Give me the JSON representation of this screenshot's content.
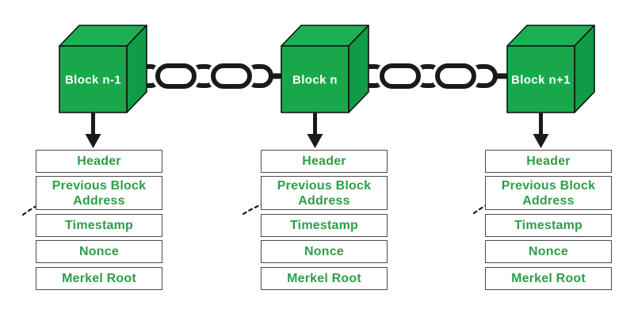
{
  "diagram": {
    "type": "blockchain-structure",
    "blocks": [
      {
        "label": "Block n-1"
      },
      {
        "label": "Block n"
      },
      {
        "label": "Block n+1"
      }
    ],
    "fields": [
      "Header",
      "Previous Block Address",
      "Timestamp",
      "Nonce",
      "Merkel Root"
    ],
    "icons": {
      "chain": "chain-link-icon",
      "down_arrow": "down-arrow-icon",
      "dashed_arrow": "dashed-curved-arrow-icon"
    },
    "colors": {
      "cube_front": "#18a84b",
      "cube_top": "#1bb054",
      "cube_side": "#109c46",
      "field_text": "#2e9e48",
      "box_border": "#4b4b4b",
      "chain_black": "#1a1a1a",
      "background": "#ffffff"
    }
  }
}
